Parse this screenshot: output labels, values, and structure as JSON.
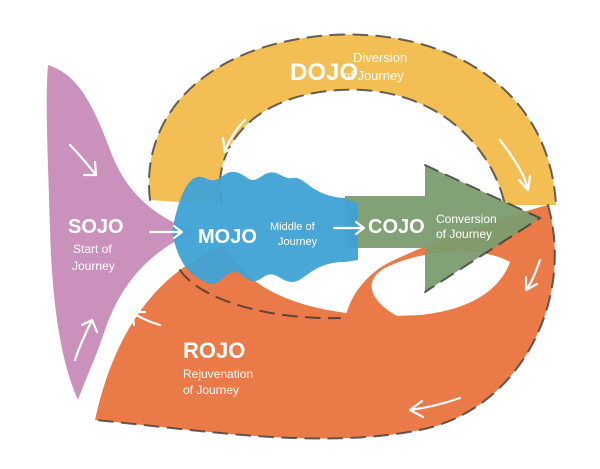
{
  "diagram": {
    "stages": {
      "dojo": {
        "name": "DOJO",
        "line1": "Diversion",
        "line2": "of Journey",
        "color": "#F2B944"
      },
      "sojo": {
        "name": "SOJO",
        "line1": "Start of",
        "line2": "Journey",
        "color": "#C78BB8"
      },
      "mojo": {
        "name": "MOJO",
        "line1": "Middle of",
        "line2": "Journey",
        "color": "#3FA2D6"
      },
      "cojo": {
        "name": "COJO",
        "line1": "Conversion",
        "line2": "of Journey",
        "color": "#7C9C6F"
      },
      "rojo": {
        "name": "ROJO",
        "line1": "Rejuvenation",
        "line2": "of Journey",
        "color": "#E8703A"
      }
    },
    "outline_color": "#333333",
    "flow_arrow_color": "#FFFFFF"
  }
}
